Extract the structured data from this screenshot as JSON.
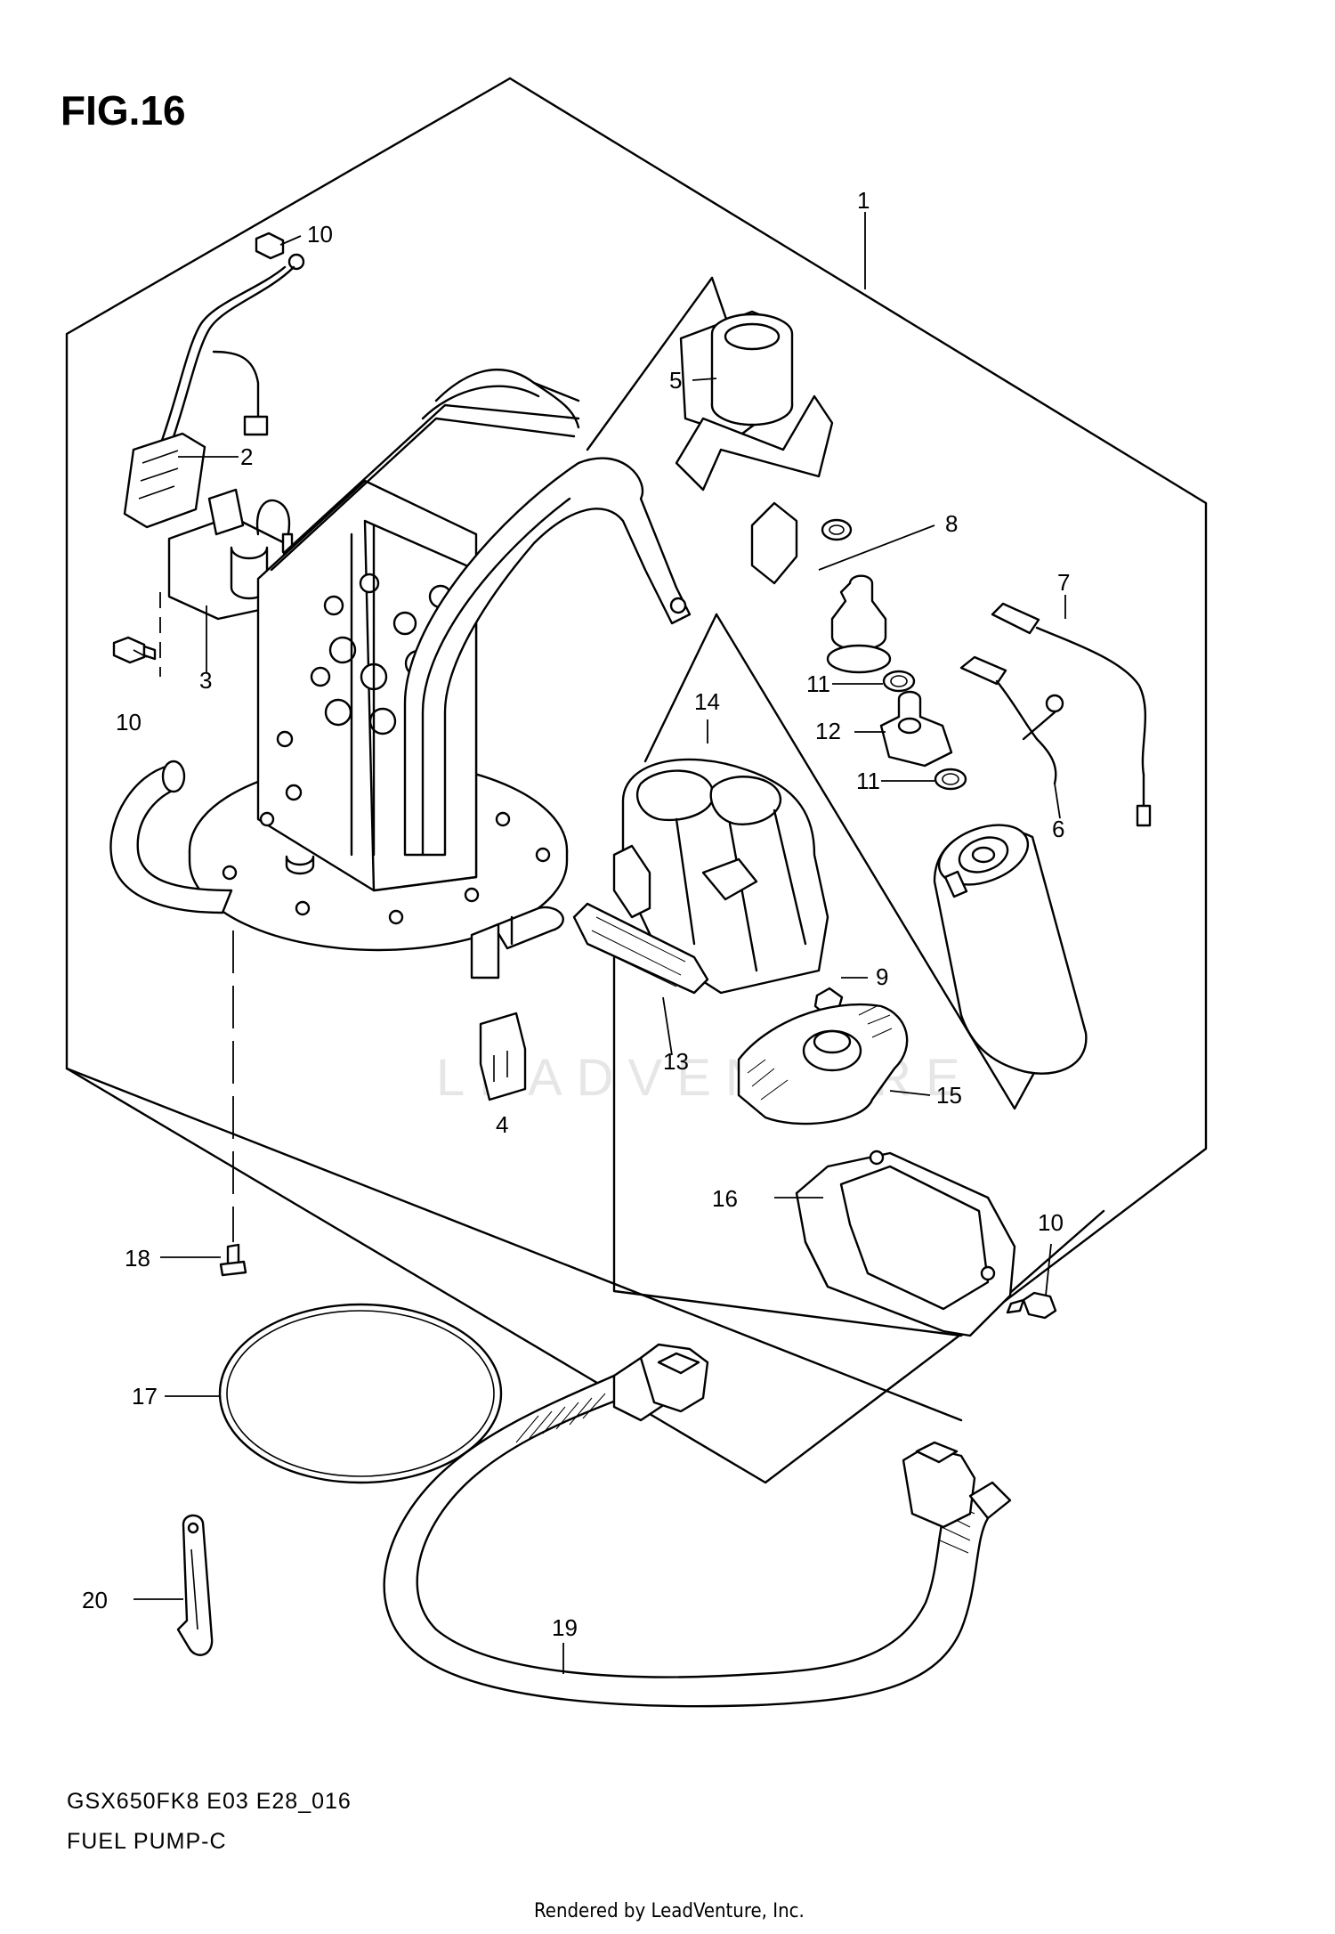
{
  "figure": {
    "title": "FIG.16",
    "model_code": "GSX650FK8 E03 E28_016",
    "name": "FUEL PUMP-C",
    "credit": "Rendered by LeadVenture, Inc.",
    "watermark": "LEADVENTURE"
  },
  "callouts": [
    {
      "id": "1",
      "label": "1"
    },
    {
      "id": "2",
      "label": "2"
    },
    {
      "id": "3",
      "label": "3"
    },
    {
      "id": "4",
      "label": "4"
    },
    {
      "id": "5",
      "label": "5"
    },
    {
      "id": "6",
      "label": "6"
    },
    {
      "id": "7",
      "label": "7"
    },
    {
      "id": "8",
      "label": "8"
    },
    {
      "id": "9",
      "label": "9"
    },
    {
      "id": "10a",
      "label": "10"
    },
    {
      "id": "10b",
      "label": "10"
    },
    {
      "id": "10c",
      "label": "10"
    },
    {
      "id": "11a",
      "label": "11"
    },
    {
      "id": "11b",
      "label": "11"
    },
    {
      "id": "12",
      "label": "12"
    },
    {
      "id": "13",
      "label": "13"
    },
    {
      "id": "14",
      "label": "14"
    },
    {
      "id": "15",
      "label": "15"
    },
    {
      "id": "16",
      "label": "16"
    },
    {
      "id": "17",
      "label": "17"
    },
    {
      "id": "18",
      "label": "18"
    },
    {
      "id": "19",
      "label": "19"
    },
    {
      "id": "20",
      "label": "20"
    }
  ]
}
